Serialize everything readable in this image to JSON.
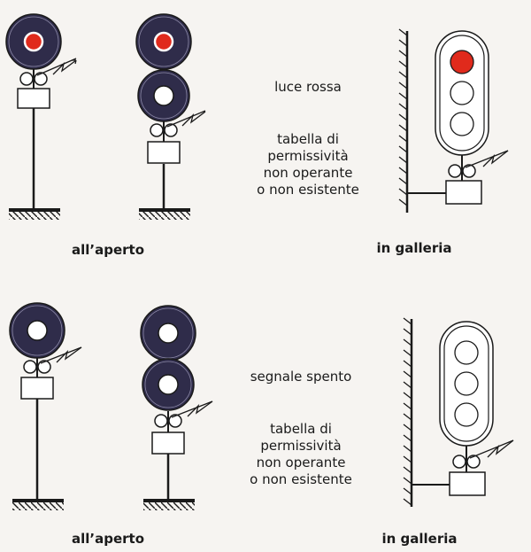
{
  "top_panel": {
    "caption_outdoor": "all’aperto",
    "caption_tunnel": "in galleria",
    "state_label": "luce rossa",
    "note_lines": [
      "tabella di",
      "permissività",
      "non operante",
      "o non esistente"
    ]
  },
  "bottom_panel": {
    "caption_outdoor": "all’aperto",
    "caption_tunnel": "in galleria",
    "state_label": "segnale spento",
    "note_lines": [
      "tabella di",
      "permissività",
      "non operante",
      "o non esistente"
    ]
  },
  "colors": {
    "background": "#f6f4f1",
    "disc": "#2f2c4a",
    "lamp_red": "#e02a1c",
    "lamp_off": "#ffffff",
    "ink": "#1a1a1a"
  }
}
